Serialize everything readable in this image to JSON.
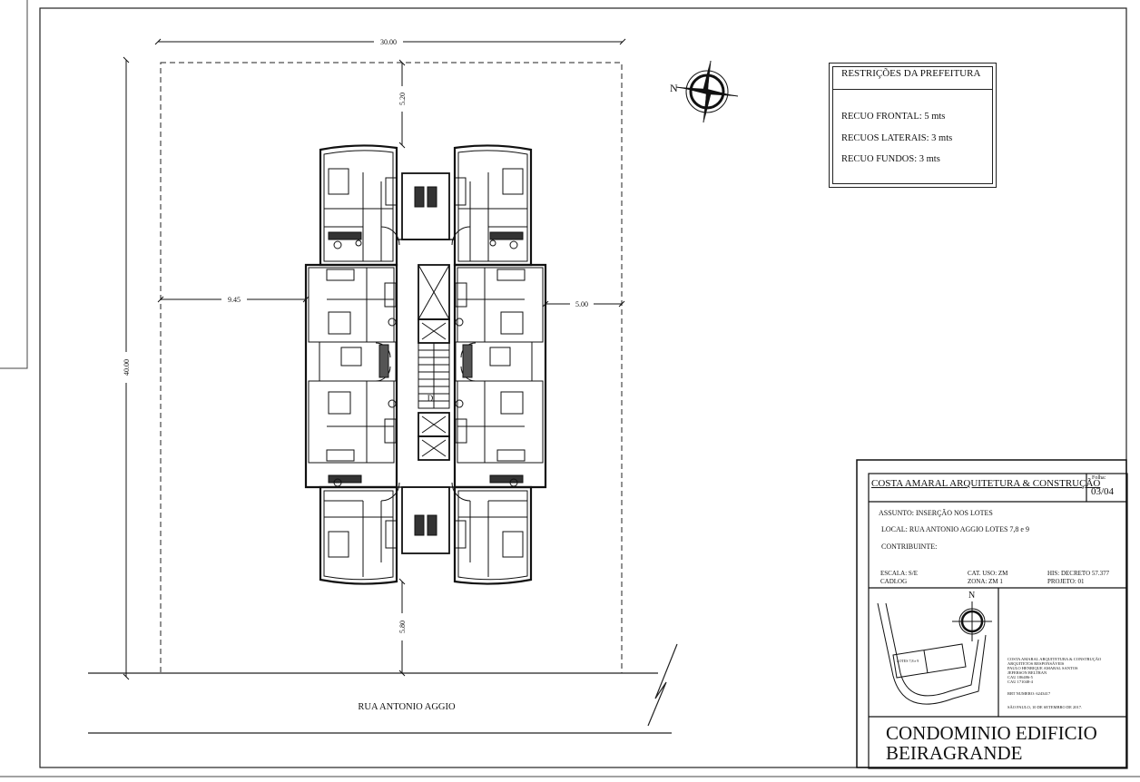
{
  "dimensions": {
    "width_top": "30.00",
    "setback_top": "5.20",
    "height_left": "40.00",
    "setback_left": "9.45",
    "setback_right": "5.00",
    "setback_bottom": "5.80"
  },
  "street_name": "RUA ANTONIO AGGIO",
  "compass": {
    "north_label": "N"
  },
  "stair_label": "D",
  "restrictions": {
    "title": "RESTRIÇÕES DA PREFEITURA",
    "items": [
      "RECUO FRONTAL: 5 mts",
      "RECUOS LATERAIS: 3 mts",
      "RECUO FUNDOS: 3 mts"
    ]
  },
  "title_block": {
    "company": "COSTA AMARAL ARQUITETURA & CONSTRUÇÃO",
    "sheet_label": "Folha:",
    "sheet_number": "03/04",
    "subject": "ASSUNTO: INSERÇÃO NOS LOTES",
    "location": "LOCAL: RUA ANTONIO AGGIO LOTES 7,8 e 9",
    "taxpayer": "CONTRIBUINTE:",
    "scale": "ESCALA: S/E",
    "cadlog": "CADLOG",
    "cat_use": "CAT. USO: ZM",
    "zone": "ZONA: ZM 1",
    "his": "HIS: DECRETO 57.377",
    "project": "PROJETO: 01",
    "map_north": "N",
    "lots_label": "LOTES 7,8 e 9",
    "credits": [
      "COSTA AMARAL ARQUITETURA & CONSTRUÇÃO",
      "ARQUITETOS RESPONSÁVEIS",
      "PAULO HENRIQUE AMARAL SANTOS",
      "JEFERSON BELTRAN",
      "CAU 186486-5",
      "CAU 171048-4"
    ],
    "rrt": "RRT NUMERO: 6243417",
    "date": "SÃO PAULO, 10 DE SETEMBRO DE 2017.",
    "project_title_line1": "CONDOMINIO EDIFICIO",
    "project_title_line2": "BEIRAGRANDE"
  }
}
